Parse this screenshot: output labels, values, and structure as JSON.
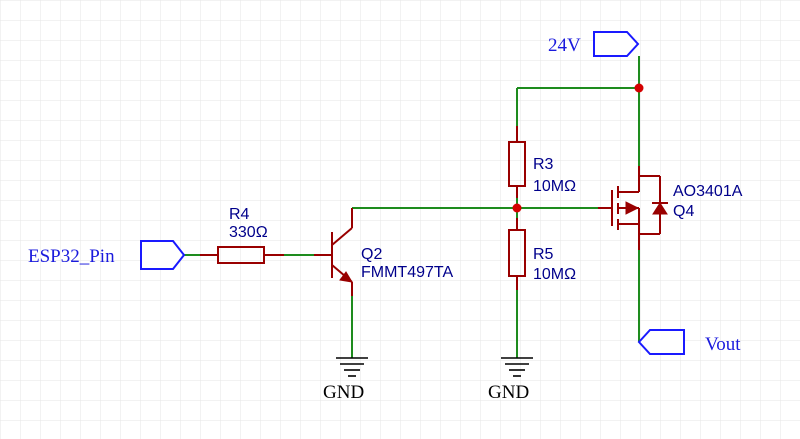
{
  "nets": {
    "vcc": "24V",
    "input": "ESP32_Pin",
    "output": "Vout",
    "gnd_left": "GND",
    "gnd_right": "GND"
  },
  "components": {
    "r4": {
      "ref": "R4",
      "value": "330Ω"
    },
    "q2": {
      "ref": "Q2",
      "value": "FMMT497TA"
    },
    "r3": {
      "ref": "R3",
      "value": "10MΩ"
    },
    "r5": {
      "ref": "R5",
      "value": "10MΩ"
    },
    "q4": {
      "ref": "Q4",
      "value": "AO3401A"
    }
  },
  "colors": {
    "wire": "#1e8c1e",
    "component": "#990000",
    "net_label": "#1a1aff",
    "junction": "#d40000",
    "grid": "#e6e6e6"
  }
}
